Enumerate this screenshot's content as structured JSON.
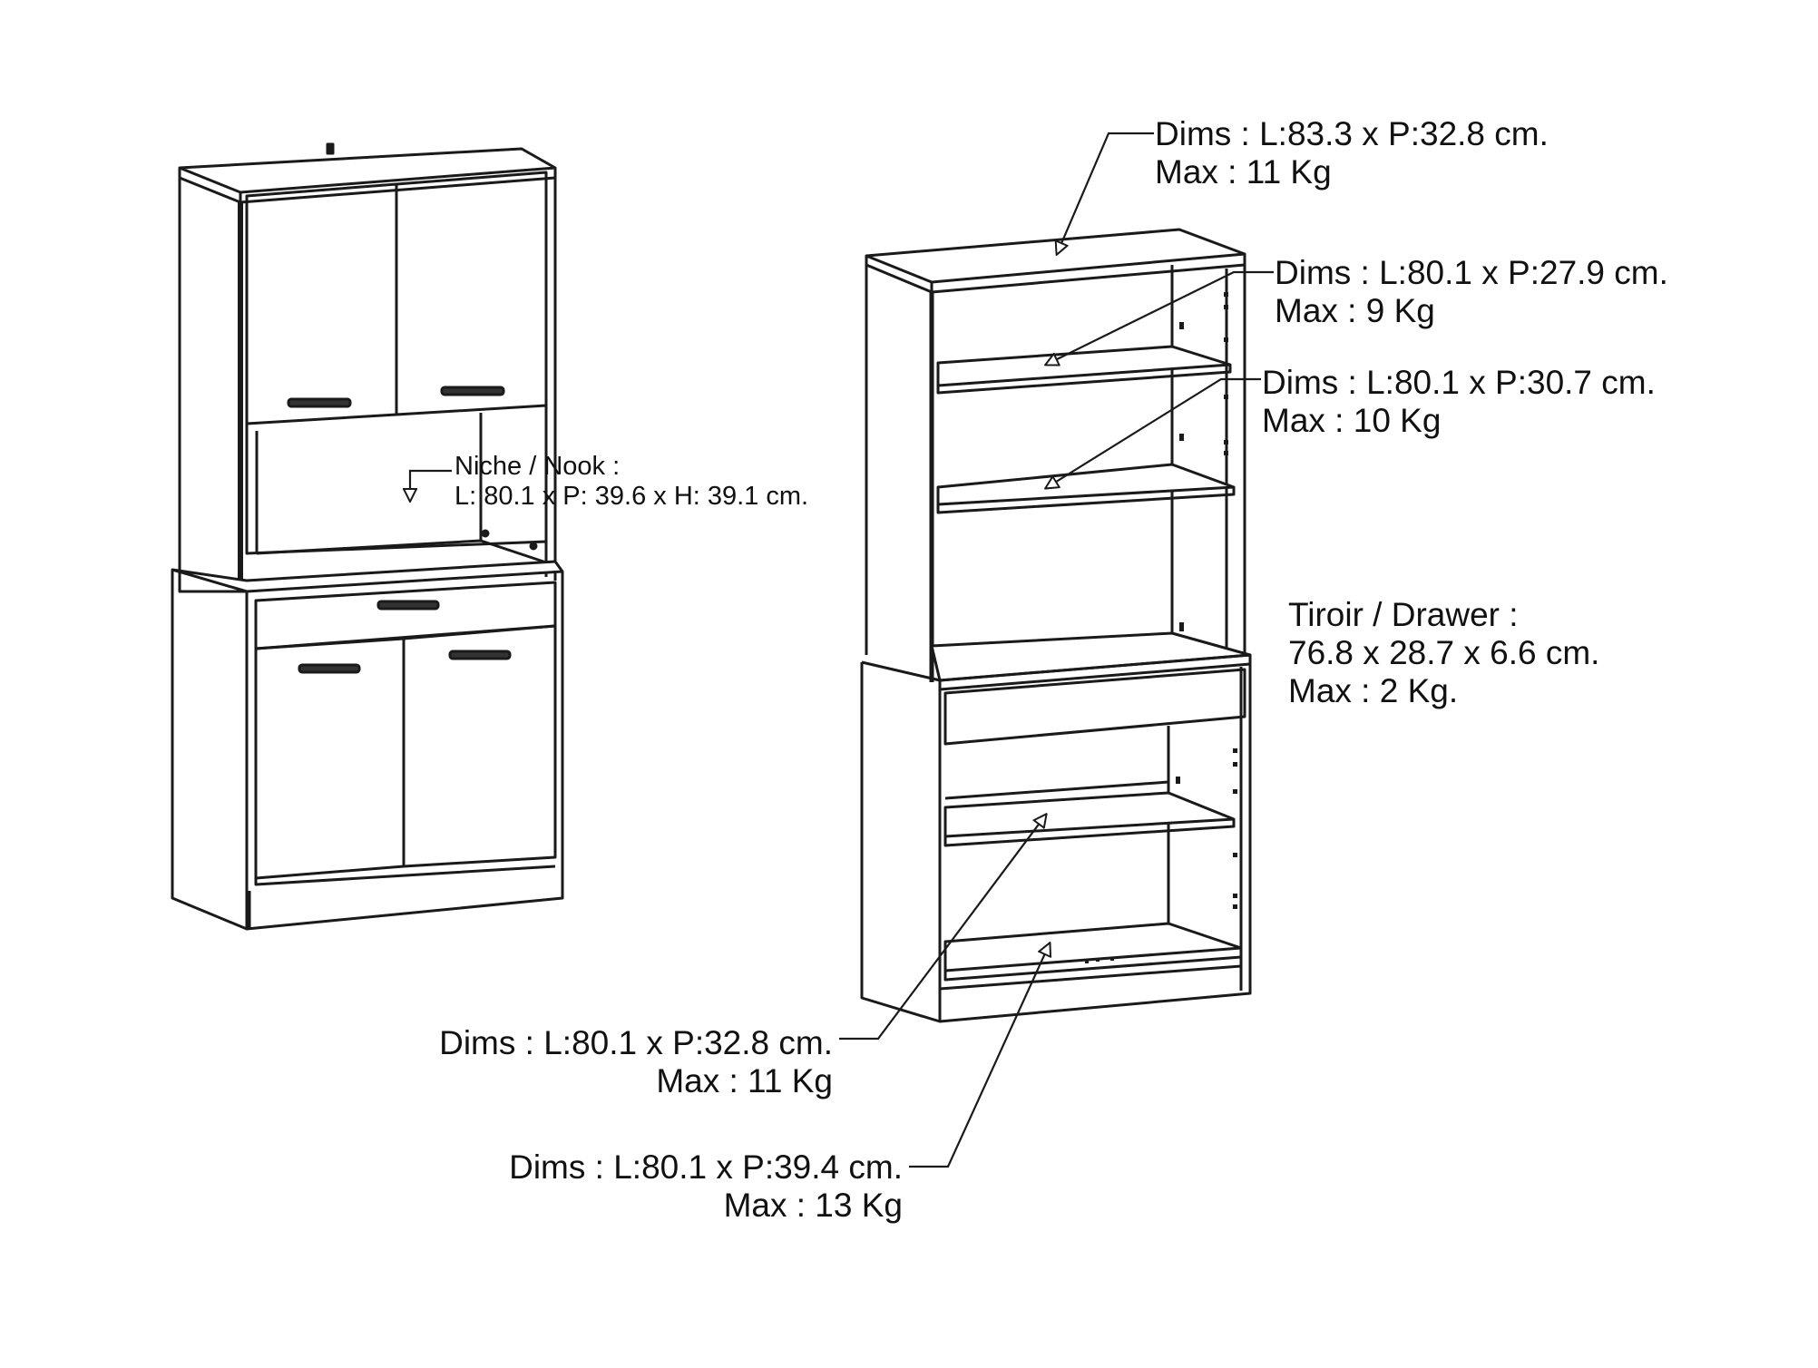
{
  "diagram": {
    "colors": {
      "line": "#1a1a1a",
      "background": "#ffffff"
    },
    "annotations": {
      "top_panel": {
        "line1": "Dims : L:83.3 x P:32.8 cm.",
        "line2": "Max : 11 Kg"
      },
      "upper_shelf": {
        "line1": "Dims : L:80.1 x P:27.9 cm.",
        "line2": "Max : 9 Kg"
      },
      "middle_shelf": {
        "line1": "Dims : L:80.1 x P:30.7 cm.",
        "line2": "Max : 10 Kg"
      },
      "nook": {
        "line1": "Niche / Nook :",
        "line2": "L: 80.1 x P: 39.6 x H: 39.1 cm."
      },
      "drawer": {
        "line1": "Tiroir / Drawer :",
        "line2": "76.8 x 28.7 x 6.6 cm.",
        "line3": "Max : 2 Kg."
      },
      "lower_shelf": {
        "line1": "Dims : L:80.1 x P:32.8 cm.",
        "line2": "Max : 11 Kg"
      },
      "bottom_panel": {
        "line1": "Dims : L:80.1 x P:39.4 cm.",
        "line2": "Max : 13 Kg"
      }
    }
  }
}
